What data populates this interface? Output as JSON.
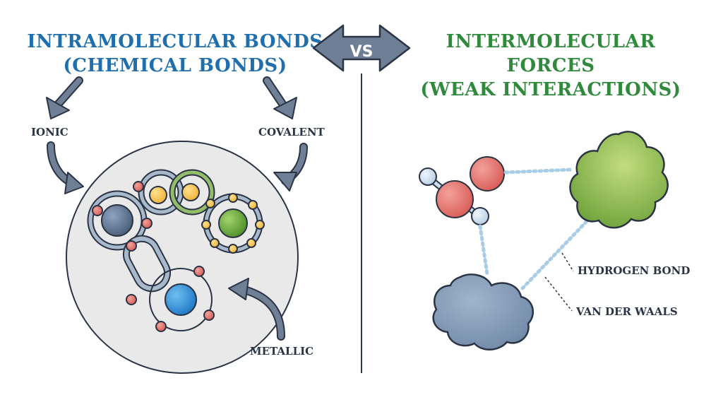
{
  "left_title": {
    "line1": "INTRAMOLECULAR BONDS",
    "line2": "(CHEMICAL BONDS)"
  },
  "right_title": {
    "line1": "INTERMOLECULAR FORCES",
    "line2": "(WEAK INTERACTIONS)"
  },
  "vs_label": "VS",
  "bond_types": {
    "ionic": "IONIC",
    "covalent": "COVALENT",
    "metallic": "METALLIC"
  },
  "interaction_types": {
    "hydrogen_bond": "HYDROGEN BOND",
    "van_der_waals": "VAN DER WAALS"
  },
  "colors": {
    "left_title": "#1f6fae",
    "right_title": "#2f8a3c",
    "arrow": "#6f7f96",
    "outline": "#2b3445",
    "circle_bg": "#e9e9e9",
    "atom_red": "#e0706b",
    "atom_yellow": "#f2c14a",
    "atom_green": "#6fae3d",
    "atom_blue": "#2a8fd6",
    "atom_slate": "#5a6f8c",
    "atom_light_blue": "#c8dcec",
    "blob_green": "#86b948",
    "blob_blue": "#7f97b4",
    "dotted_bond": "#a9cde6"
  }
}
